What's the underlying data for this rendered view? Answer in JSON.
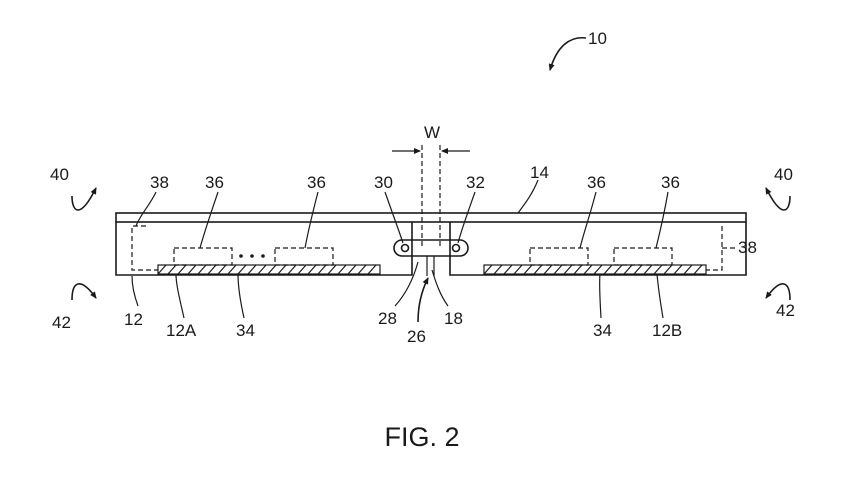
{
  "figure": {
    "caption": "FIG. 2",
    "reference_numerals": {
      "device": "10",
      "width_marker": "W",
      "housing_left_rotation": "40",
      "housing_right_rotation": "40",
      "housing_left_reverse_rotation": "42",
      "housing_right_reverse_rotation": "42",
      "housing_left": "12",
      "housing_right_ref": "38",
      "housing_left_ref": "38",
      "component_left_a": "36",
      "component_left_b": "36",
      "component_right_a": "36",
      "component_right_b": "36",
      "hinge_left_pin": "30",
      "hinge_right_pin": "32",
      "display": "14",
      "housing_portion_a": "12A",
      "housing_portion_b": "12B",
      "battery_left": "34",
      "battery_right": "34",
      "hinge_link": "28",
      "hinge_assembly": "26",
      "gap": "18"
    }
  }
}
